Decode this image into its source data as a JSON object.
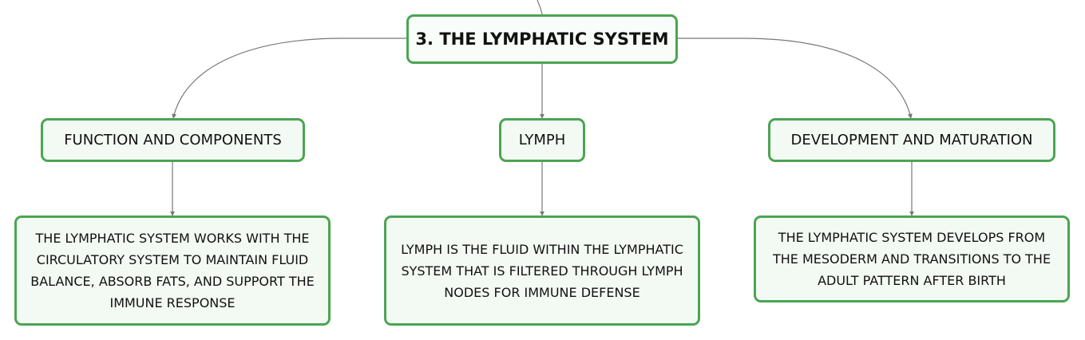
{
  "root": {
    "label": "3. THE LYMPHATIC SYSTEM"
  },
  "topics": [
    {
      "label": "FUNCTION AND COMPONENTS",
      "detail": "THE LYMPHATIC SYSTEM WORKS WITH THE CIRCULATORY SYSTEM TO MAINTAIN FLUID BALANCE, ABSORB FATS, AND SUPPORT THE IMMUNE RESPONSE"
    },
    {
      "label": "LYMPH",
      "detail": "LYMPH IS THE FLUID WITHIN THE LYMPHATIC SYSTEM THAT IS FILTERED THROUGH LYMPH NODES FOR IMMUNE DEFENSE"
    },
    {
      "label": "DEVELOPMENT AND MATURATION",
      "detail": "THE LYMPHATIC SYSTEM DEVELOPS FROM THE MESODERM AND TRANSITIONS TO THE ADULT PATTERN AFTER BIRTH"
    }
  ],
  "colors": {
    "border": "#4aa552",
    "fill": "#f3faf3",
    "connector": "#777777"
  }
}
